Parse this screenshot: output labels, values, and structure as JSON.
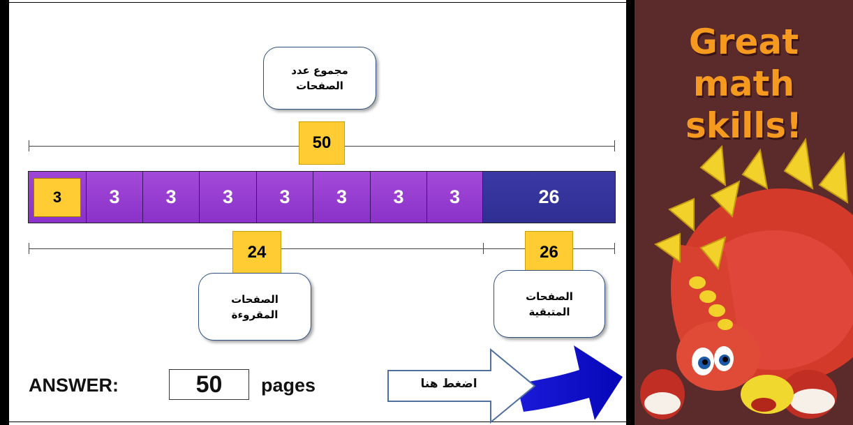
{
  "callouts": {
    "total_line1": "مجموع عدد",
    "total_line2": "الصفحات",
    "read_line1": "الصفحات",
    "read_line2": "المقروءة",
    "remaining_line1": "الصفحات",
    "remaining_line2": "المتبقية"
  },
  "total_value": "50",
  "bar": {
    "segments": [
      "3",
      "3",
      "3",
      "3",
      "3",
      "3",
      "3",
      "3"
    ],
    "remaining": "26"
  },
  "read_value": "24",
  "remaining_value": "26",
  "answer": {
    "label": "ANSWER:",
    "value": "50",
    "unit": "pages"
  },
  "click_here": "اضغط هنا",
  "panel": {
    "title": "Great math skills!",
    "background_color": "#5a2b2a",
    "title_color": "#f59a1f",
    "image": "dinosaur-character"
  }
}
